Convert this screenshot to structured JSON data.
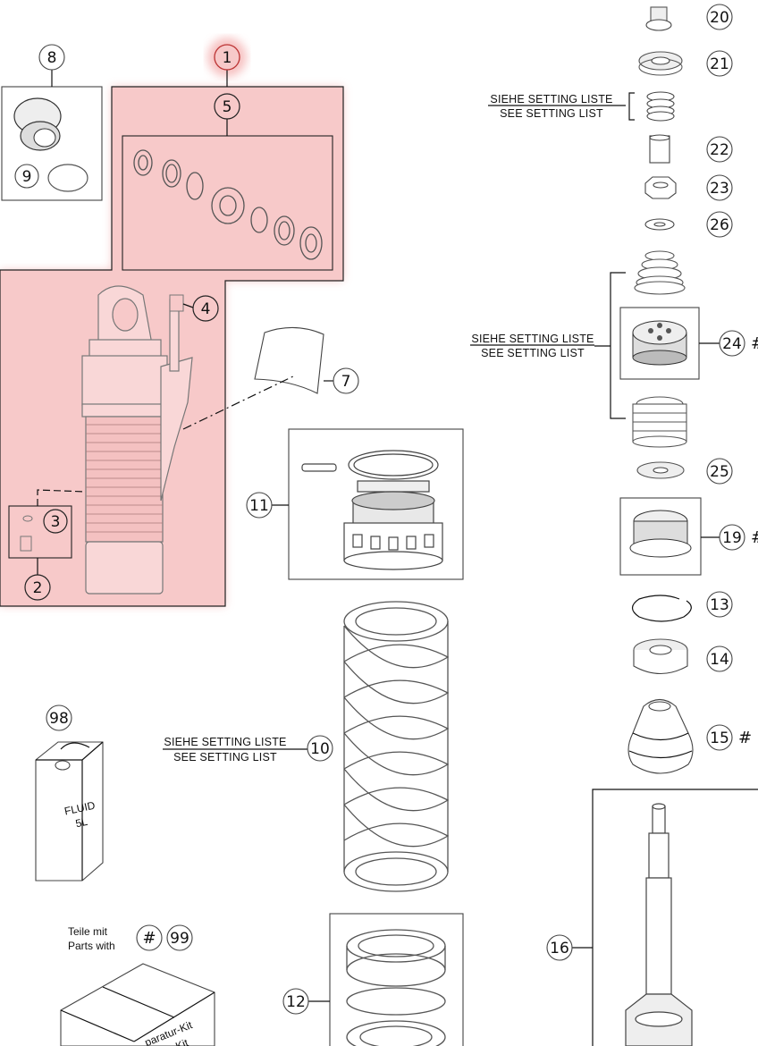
{
  "labels": {
    "p1": "1",
    "p2": "2",
    "p3": "3",
    "p4": "4",
    "p5": "5",
    "p7": "7",
    "p8": "8",
    "p9": "9",
    "p10": "10",
    "p11": "11",
    "p12": "12",
    "p13": "13",
    "p14": "14",
    "p15": "15",
    "p16": "16",
    "p19": "19",
    "p20": "20",
    "p21": "21",
    "p22": "22",
    "p23": "23",
    "p24": "24",
    "p25": "25",
    "p26": "26",
    "p98": "98",
    "p99": "99"
  },
  "hash_mark": "#",
  "setting_de": "SIEHE SETTING LISTE",
  "setting_en": "SEE SETTING LIST",
  "fluid": {
    "line1": "FLUID",
    "line2": "5L"
  },
  "parts_with": {
    "de": "Teile mit",
    "en": "Parts with"
  },
  "kit_box": {
    "line1": "paratur-Kit",
    "line2": "Kit"
  },
  "colors": {
    "highlight": "#f7c9c9",
    "highlight_line": "#d9534f",
    "stroke": "#111111"
  }
}
